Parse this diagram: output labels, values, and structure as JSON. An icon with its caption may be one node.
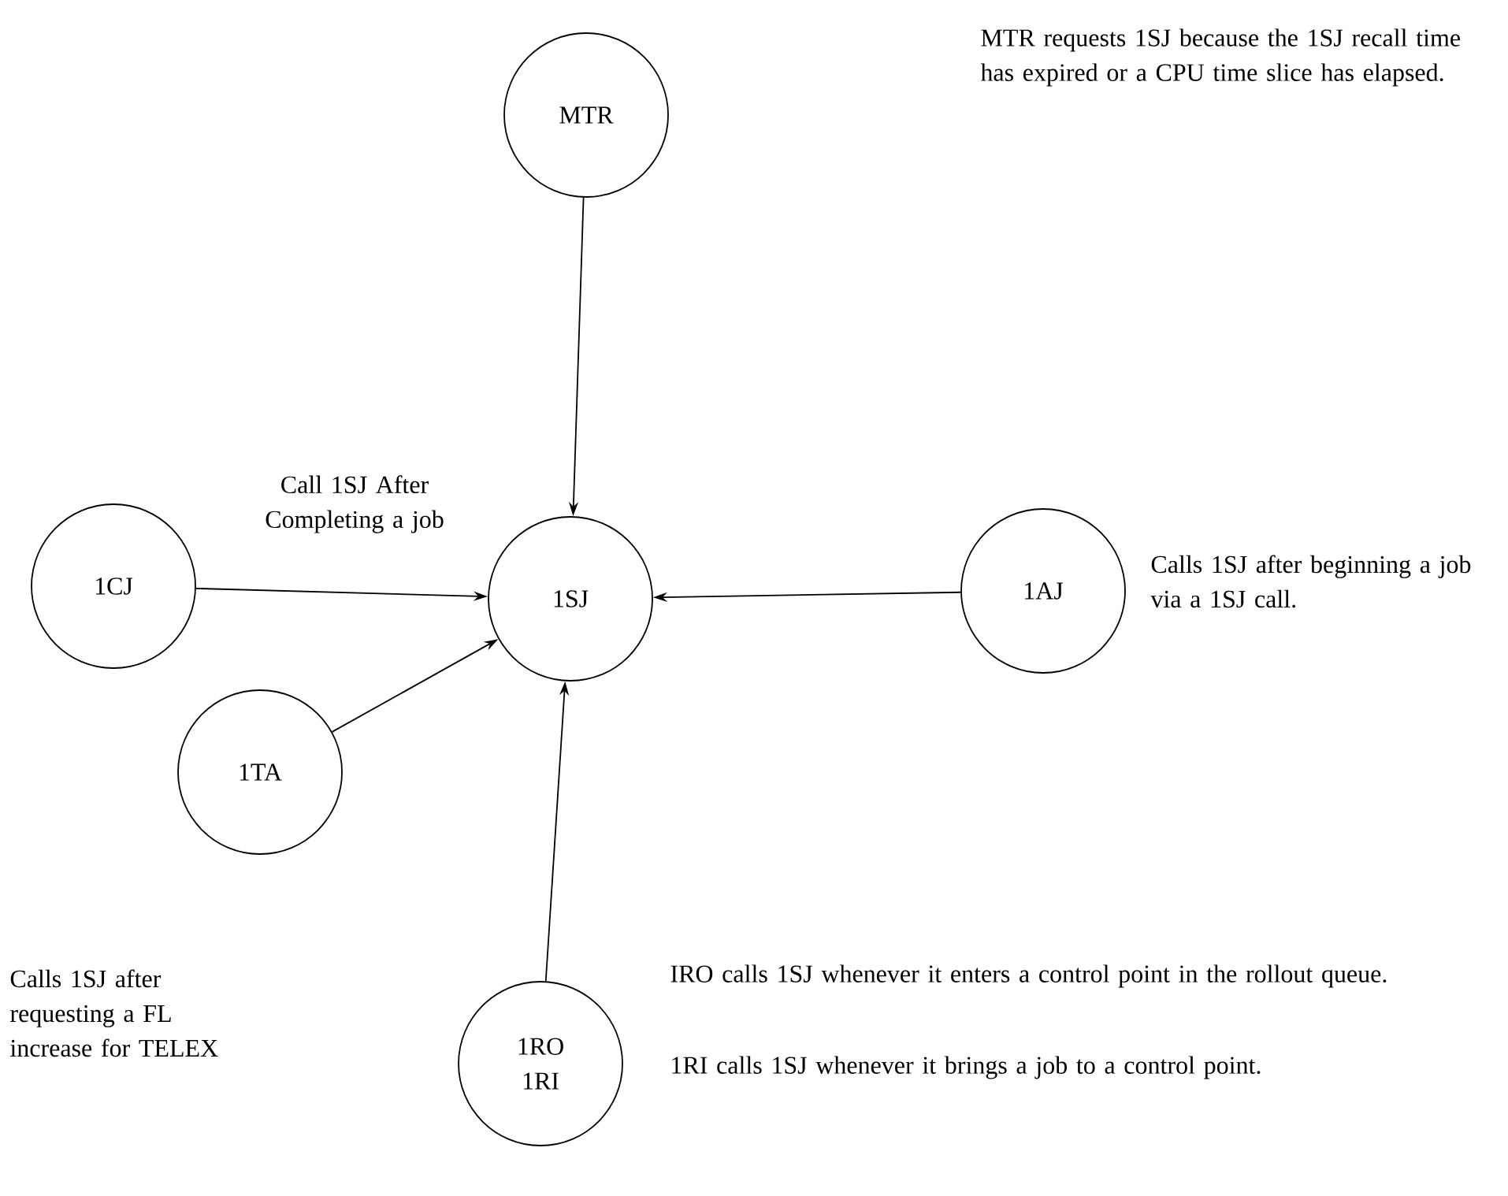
{
  "diagram": {
    "nodes": [
      {
        "text": [
          "MTR"
        ]
      },
      {
        "text": [
          "1SJ"
        ]
      },
      {
        "text": [
          "1CJ"
        ]
      },
      {
        "text": [
          "1AJ"
        ],
        "beside": [
          "Calls 1SJ after beginning a job via a 1SJ call."
        ]
      },
      {
        "text": [
          "1TA"
        ]
      },
      {
        "text": [
          "1RO 1RI"
        ],
        "beside": [
          "IRO calls 1SJ whenever it enters a control point in the rollout queue.",
          "1RI calls 1SJ whenever it brings a job to a control point."
        ]
      }
    ],
    "edges": [
      {
        "from": 0,
        "to": 1,
        "arrow": "to"
      },
      {
        "from": 2,
        "to": 1,
        "arrow": "to",
        "label": "Call 1SJ After Completing a job"
      },
      {
        "from": 3,
        "to": 1,
        "arrow": "to"
      },
      {
        "from": 4,
        "to": 1,
        "arrow": "to"
      },
      {
        "from": 5,
        "to": 1,
        "arrow": "to"
      }
    ],
    "labels": [
      "MTR requests 1SJ because the 1SJ recall time has expired or a CPU time slice has elapsed.",
      "Calls 1SJ after requesting a FL increase for TELEX"
    ]
  }
}
